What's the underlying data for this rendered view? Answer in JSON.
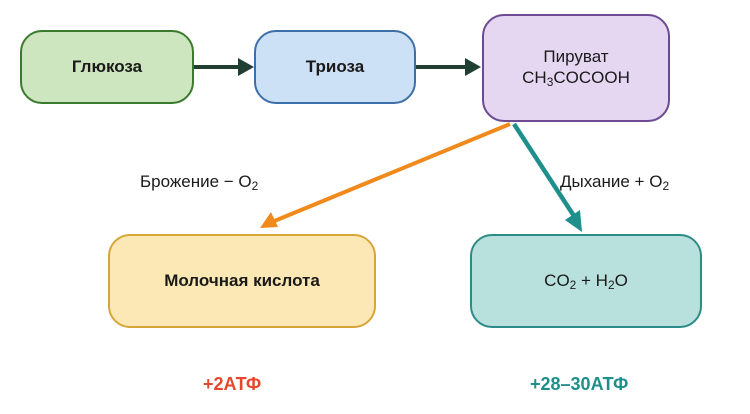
{
  "nodes": {
    "glucose": {
      "label": "Глюкоза"
    },
    "triose": {
      "label": "Триоза"
    },
    "pyruvate": {
      "label": "Пируват",
      "formula": {
        "p1": "CH",
        "s1": "3",
        "p2": "COCOOH"
      }
    },
    "lactic_acid": {
      "label": "Молочная кислота"
    },
    "respiration_products": {
      "p1": "CO",
      "s1": "2",
      "p2": " + H",
      "s2": "2",
      "p3": "O"
    }
  },
  "pathways": {
    "fermentation": {
      "label": {
        "p1": "Брожение − O",
        "s1": "2"
      },
      "atp": "+2АТФ",
      "arrow_color": "#f08a1c",
      "atp_color": "#e8462a"
    },
    "respiration": {
      "label": {
        "p1": "Дыхание + O",
        "s1": "2"
      },
      "atp": "+28–30АТФ",
      "arrow_color": "#1f8f8c",
      "atp_color": "#1f8f8c"
    }
  },
  "colors": {
    "main_arrow": "#1f3f33"
  }
}
